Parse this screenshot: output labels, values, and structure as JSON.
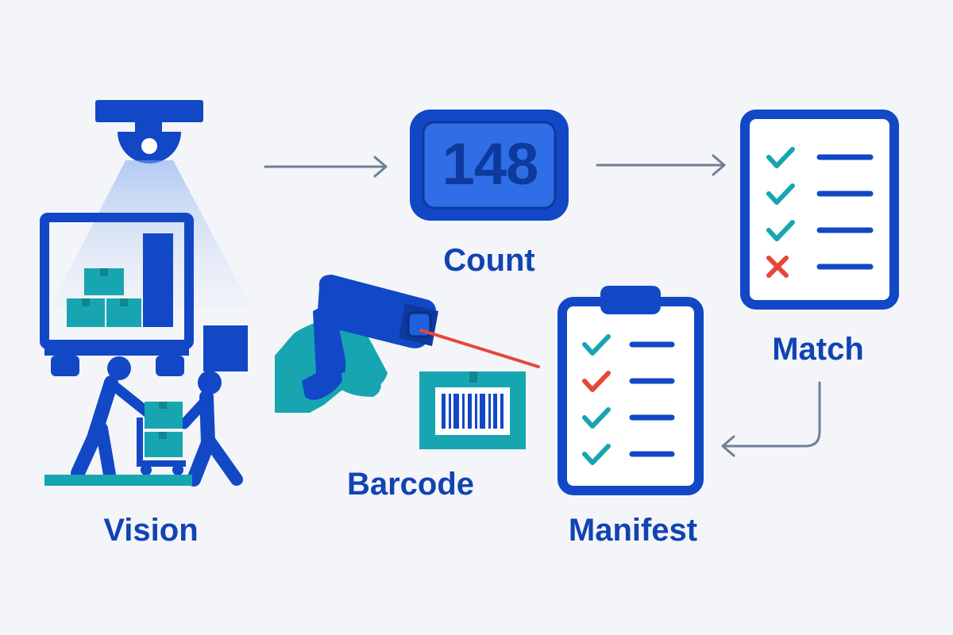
{
  "labels": {
    "vision": "Vision",
    "count": "Count",
    "match": "Match",
    "barcode": "Barcode",
    "manifest": "Manifest"
  },
  "count_display": {
    "value": "148"
  },
  "match_checklist": {
    "marks": [
      "check",
      "check",
      "check",
      "cross"
    ]
  },
  "manifest_checklist": {
    "marks": [
      "check",
      "check-red",
      "check",
      "check"
    ]
  },
  "colors": {
    "primary_blue": "#1248c6",
    "dark_blue": "#0d3a9c",
    "teal": "#17a6b1",
    "red": "#e5483a",
    "arrow_gray": "#6f7f96",
    "background": "#f4f5f9"
  },
  "icons": {
    "vision": [
      "ceiling-camera-icon",
      "truck-icon",
      "boxes-icon",
      "workers-icon",
      "hand-cart-icon"
    ],
    "count": "counter-display-icon",
    "match": "checklist-document-icon",
    "barcode": [
      "barcode-scanner-icon",
      "barcode-label-icon"
    ],
    "manifest": "clipboard-checklist-icon"
  }
}
